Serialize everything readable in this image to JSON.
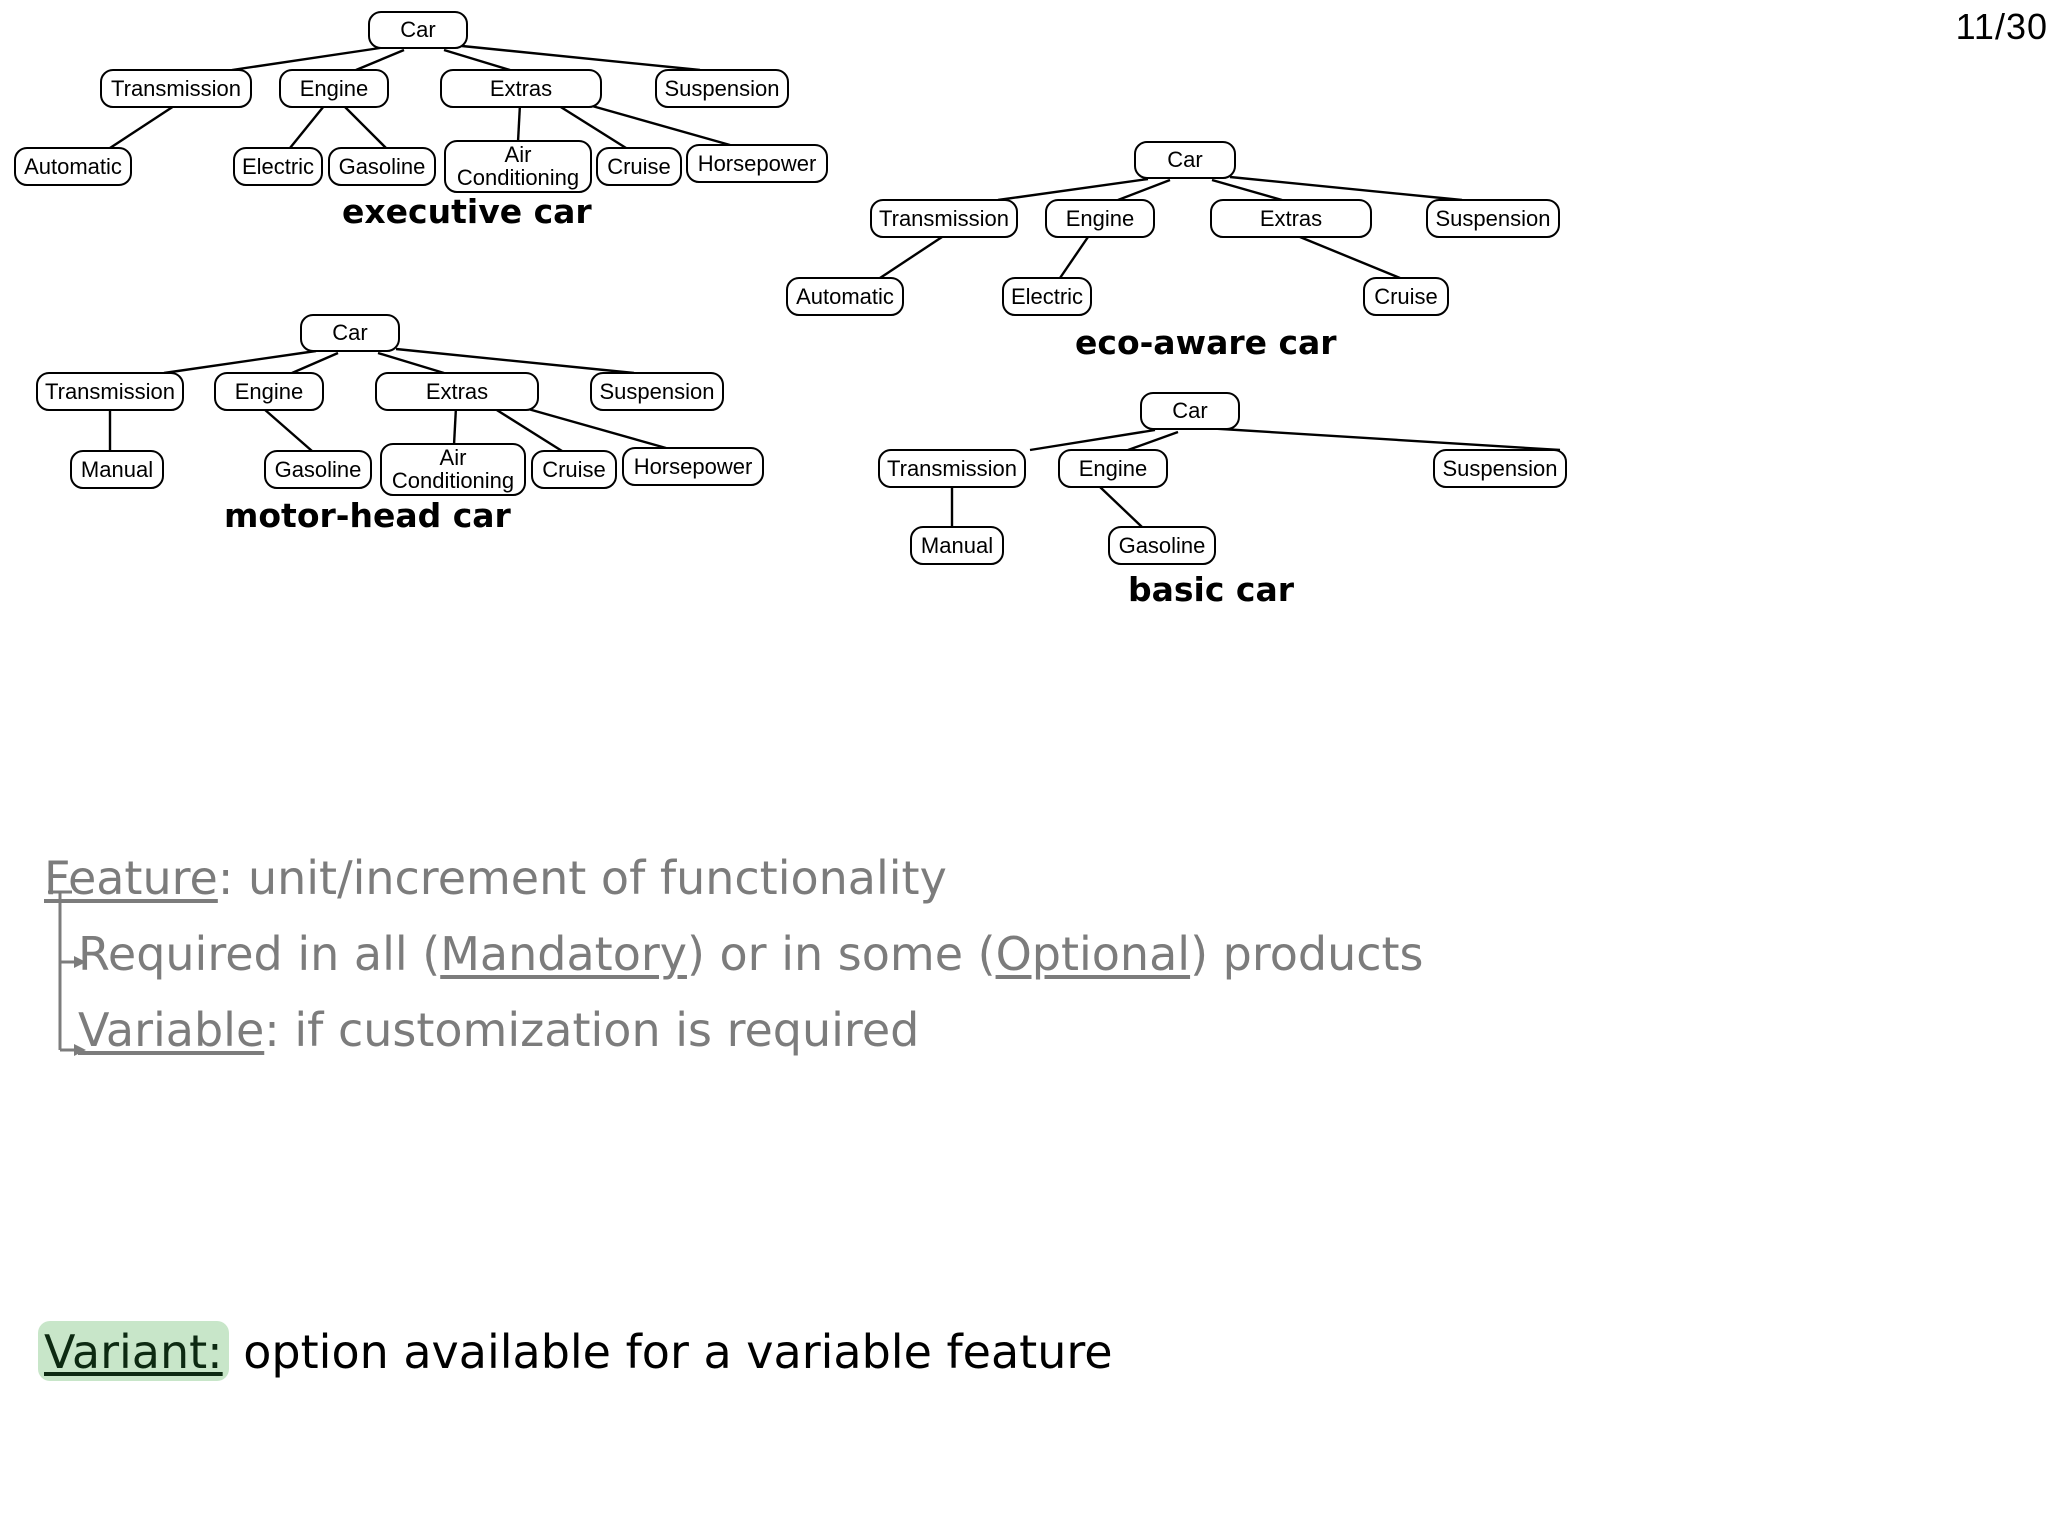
{
  "page": {
    "number": "11/30",
    "background": "#ffffff",
    "ink": "#000000",
    "muted_text": "#7c7c7c",
    "highlight": "#c8e6c9"
  },
  "diagrams": [
    {
      "id": "executive-car",
      "caption": "executive car",
      "nodes": [
        {
          "label": "Car"
        },
        {
          "label": "Transmission"
        },
        {
          "label": "Engine"
        },
        {
          "label": "Extras"
        },
        {
          "label": "Suspension"
        },
        {
          "label": "Automatic"
        },
        {
          "label": "Electric"
        },
        {
          "label": "Gasoline"
        },
        {
          "label": "Air Conditioning"
        },
        {
          "label": "Cruise"
        },
        {
          "label": "Horsepower"
        }
      ],
      "edges": [
        [
          "Car",
          "Transmission"
        ],
        [
          "Car",
          "Engine"
        ],
        [
          "Car",
          "Extras"
        ],
        [
          "Car",
          "Suspension"
        ],
        [
          "Transmission",
          "Automatic"
        ],
        [
          "Engine",
          "Electric"
        ],
        [
          "Engine",
          "Gasoline"
        ],
        [
          "Extras",
          "Air Conditioning"
        ],
        [
          "Extras",
          "Cruise"
        ],
        [
          "Extras",
          "Horsepower"
        ]
      ]
    },
    {
      "id": "eco-aware-car",
      "caption": "eco-aware car",
      "nodes": [
        {
          "label": "Car"
        },
        {
          "label": "Transmission"
        },
        {
          "label": "Engine"
        },
        {
          "label": "Extras"
        },
        {
          "label": "Suspension"
        },
        {
          "label": "Automatic"
        },
        {
          "label": "Electric"
        },
        {
          "label": "Cruise"
        }
      ],
      "edges": [
        [
          "Car",
          "Transmission"
        ],
        [
          "Car",
          "Engine"
        ],
        [
          "Car",
          "Extras"
        ],
        [
          "Car",
          "Suspension"
        ],
        [
          "Transmission",
          "Automatic"
        ],
        [
          "Engine",
          "Electric"
        ],
        [
          "Extras",
          "Cruise"
        ]
      ]
    },
    {
      "id": "motor-head-car",
      "caption": "motor-head car",
      "nodes": [
        {
          "label": "Car"
        },
        {
          "label": "Transmission"
        },
        {
          "label": "Engine"
        },
        {
          "label": "Extras"
        },
        {
          "label": "Suspension"
        },
        {
          "label": "Manual"
        },
        {
          "label": "Gasoline"
        },
        {
          "label": "Air Conditioning"
        },
        {
          "label": "Cruise"
        },
        {
          "label": "Horsepower"
        }
      ],
      "edges": [
        [
          "Car",
          "Transmission"
        ],
        [
          "Car",
          "Engine"
        ],
        [
          "Car",
          "Extras"
        ],
        [
          "Car",
          "Suspension"
        ],
        [
          "Transmission",
          "Manual"
        ],
        [
          "Engine",
          "Gasoline"
        ],
        [
          "Extras",
          "Air Conditioning"
        ],
        [
          "Extras",
          "Cruise"
        ],
        [
          "Extras",
          "Horsepower"
        ]
      ]
    },
    {
      "id": "basic-car",
      "caption": "basic car",
      "nodes": [
        {
          "label": "Car"
        },
        {
          "label": "Transmission"
        },
        {
          "label": "Engine"
        },
        {
          "label": "Suspension"
        },
        {
          "label": "Manual"
        },
        {
          "label": "Gasoline"
        }
      ],
      "edges": [
        [
          "Car",
          "Transmission"
        ],
        [
          "Car",
          "Engine"
        ],
        [
          "Car",
          "Suspension"
        ],
        [
          "Transmission",
          "Manual"
        ],
        [
          "Engine",
          "Gasoline"
        ]
      ]
    }
  ],
  "tree_labels": {
    "car": "Car",
    "transmission": "Transmission",
    "engine": "Engine",
    "extras": "Extras",
    "suspension": "Suspension",
    "automatic": "Automatic",
    "manual": "Manual",
    "electric": "Electric",
    "gasoline": "Gasoline",
    "air_conditioning_1": "Air",
    "air_conditioning_2": "Conditioning",
    "cruise": "Cruise",
    "horsepower": "Horsepower"
  },
  "captions": {
    "executive": "executive car",
    "eco": "eco-aware car",
    "motor": "motor-head car",
    "basic": "basic car"
  },
  "feature_block": {
    "line1_key": "Feature",
    "line1_rest": ": unit/increment of functionality",
    "line2_a": "Required in all (",
    "line2_key1": "Mandatory",
    "line2_b": ")  or in some (",
    "line2_key2": "Optional",
    "line2_c": ") products",
    "line3_key": "Variable",
    "line3_rest": ": if customization is required"
  },
  "variant_block": {
    "key": "Variant:",
    "rest": " option available for a variable feature"
  }
}
